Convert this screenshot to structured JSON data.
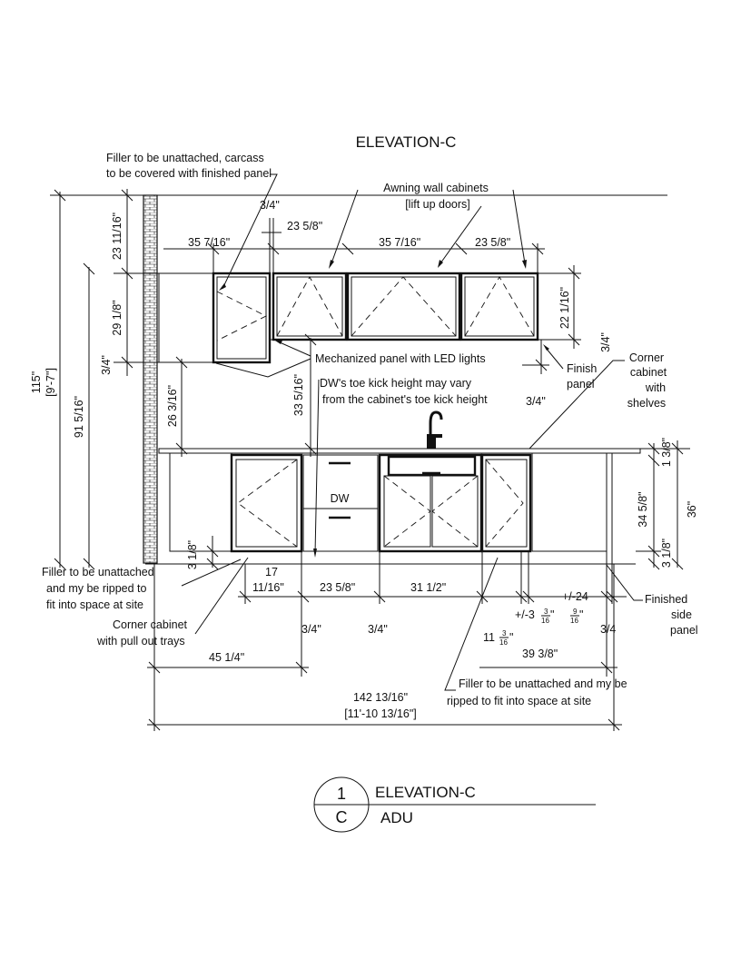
{
  "drawing": {
    "title": "ELEVATION-C",
    "tag": {
      "number": "1",
      "sheet": "C",
      "name": "ELEVATION-C",
      "sub": "ADU"
    }
  },
  "notes": {
    "filler_top_1": "Filler to be unattached, carcass",
    "filler_top_2": "to be covered with finished panel",
    "awning_1": "Awning wall cabinets",
    "awning_2": "[lift up doors]",
    "mechanized": "Mechanized panel with LED lights",
    "finish_1": "Finish",
    "finish_2": "panel",
    "dw_note_1": "DW's toe kick height may vary",
    "dw_note_2": "from the cabinet's toe kick height",
    "corner_shelves_1": "Corner",
    "corner_shelves_2": "cabinet",
    "corner_shelves_3": "with",
    "corner_shelves_4": "shelves",
    "filler_left_1": "Filler to be unattached",
    "filler_left_2": "and my be ripped to",
    "filler_left_3": "fit into space at site",
    "corner_trays_1": "Corner cabinet",
    "corner_trays_2": "with pull out trays",
    "finished_side_1": "Finished",
    "finished_side_2": "side",
    "finished_side_3": "panel",
    "filler_bottom_1": "Filler to be unattached and my be",
    "filler_bottom_2": "ripped to fit into space at site",
    "dw_label": "DW"
  },
  "dims": {
    "d_3_4_top": "3/4\"",
    "d_23_5_8_a": "23 5/8\"",
    "d_35_7_16_a": "35 7/16\"",
    "d_35_7_16_b": "35 7/16\"",
    "d_23_5_8_b": "23 5/8\"",
    "d_23_11_16": "23 11/16\"",
    "d_29_1_8": "29 1/8\"",
    "d_3_4_left": "3/4\"",
    "d_115": "115\"",
    "d_9_7": "[9'-7\"]",
    "d_91_5_16": "91 5/16\"",
    "d_26_3_16": "26 3/16\"",
    "d_33_5_16": "33 5/16\"",
    "d_22_1_16": "22 1/16\"",
    "d_3_4_right": "3/4\"",
    "d_3_4_finish": "3/4\"",
    "d_1_3_8": "1 3/8\"",
    "d_34_5_8": "34 5/8\"",
    "d_36": "36\"",
    "d_3_1_8_right": "3 1/8\"",
    "d_3_1_8_left": "3 1/8\"",
    "d_17": "17",
    "d_11_16": "11/16\"",
    "d_23_5_8_c": "23 5/8\"",
    "d_31_1_2": "31 1/2\"",
    "d_pm_24": "+/-24",
    "d_pm_3": "+/-3",
    "d_3_4_b1": "3/4\"",
    "d_3_4_b2": "3/4\"",
    "d_11": "11",
    "d_3_4_b3": "3/4",
    "d_45_1_4": "45 1/4\"",
    "d_39_3_8": "39 3/8\"",
    "d_142": "142 13/16\"",
    "d_11_10": "[11'-10 13/16\"]"
  },
  "fractions": {
    "f_3_16_a_num": "3",
    "f_3_16_a_den": "16",
    "f_9_16_num": "9",
    "f_9_16_den": "16",
    "f_3_16_b_num": "3",
    "f_3_16_b_den": "16",
    "inch": "\""
  }
}
